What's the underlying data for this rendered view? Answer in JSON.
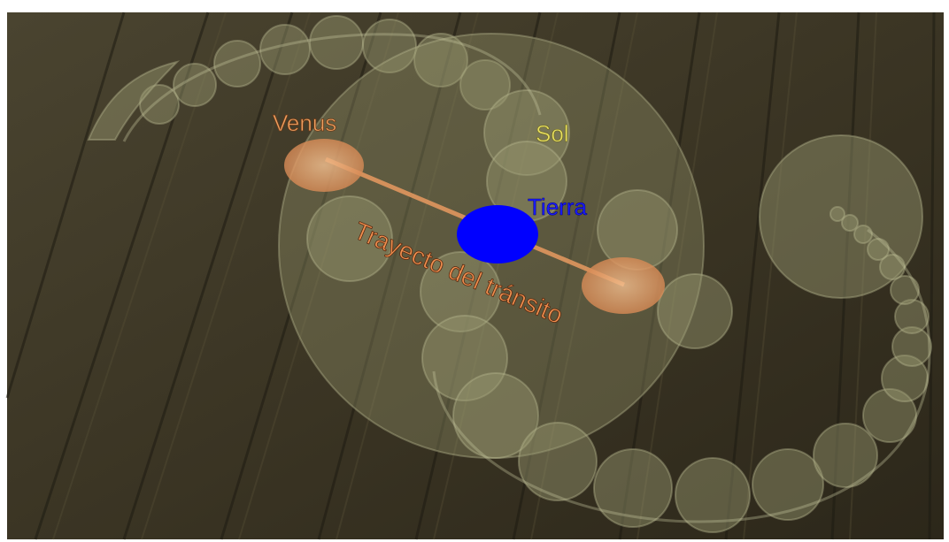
{
  "labels": {
    "venus": "Venus",
    "sol": "Sol",
    "tierra": "Tierra",
    "transit_path": "Trayecto del tránsito"
  },
  "colors": {
    "venus_label": "#f0a060",
    "sol_label": "#e8e060",
    "tierra_label": "#1a1aff",
    "tierra_disc": "#0000ff",
    "transit_label": "#f09050",
    "field": "#3a3322"
  }
}
